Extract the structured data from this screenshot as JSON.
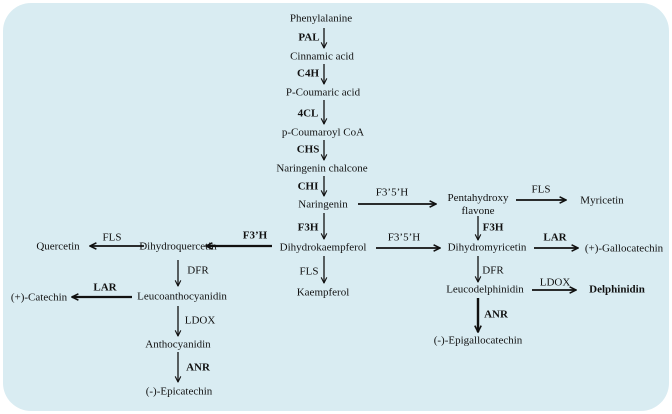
{
  "colors": {
    "background": "#d9ecf2",
    "ink": "#111111"
  },
  "compounds": {
    "phenylalanine": "Phenylalanine",
    "cinnamic_acid": "Cinnamic acid",
    "p_coumaric_acid": "P-Coumaric acid",
    "p_coumaroyl_coa": "p-Coumaroyl CoA",
    "naringenin_chalcone": "Naringenin chalcone",
    "naringenin": "Naringenin",
    "pentahydroxy_flavone": "Pentahydroxy\nflavone",
    "myricetin": "Myricetin",
    "quercetin": "Quercetin",
    "dihydroquercetin": "Dihydroquercetin",
    "dihydrokaempferol": "Dihydrokaempferol",
    "dihydromyricetin": "Dihydromyricetin",
    "gallocatechin": "(+)-Gallocatechin",
    "kaempferol": "Kaempferol",
    "catechin": "(+)-Catechin",
    "leucoanthocyanidin": "Leucoanthocyanidin",
    "leucodelphinidin": "Leucodelphinidin",
    "delphinidin": "Delphinidin",
    "anthocyanidin": "Anthocyanidin",
    "epigallocatechin": "(-)-Epigallocatechin",
    "epicatechin": "(-)-Epicatechin"
  },
  "enzymes": {
    "pal": "PAL",
    "c4h": "C4H",
    "4cl": "4CL",
    "chs": "CHS",
    "chi": "CHI",
    "f35h_top": "F3’5’H",
    "fls_myricetin": "FLS",
    "f3h_left": "F3H",
    "f3h_right": "F3H",
    "f3h_prime": "F3’H",
    "fls_quercetin": "FLS",
    "f35h_mid": "F3’5’H",
    "lar_right": "LAR",
    "fls_kaempferol": "FLS",
    "dfr_left": "DFR",
    "dfr_right": "DFR",
    "lar_left": "LAR",
    "ldox_right": "LDOX",
    "ldox_left": "LDOX",
    "anr_right": "ANR",
    "anr_left": "ANR"
  }
}
